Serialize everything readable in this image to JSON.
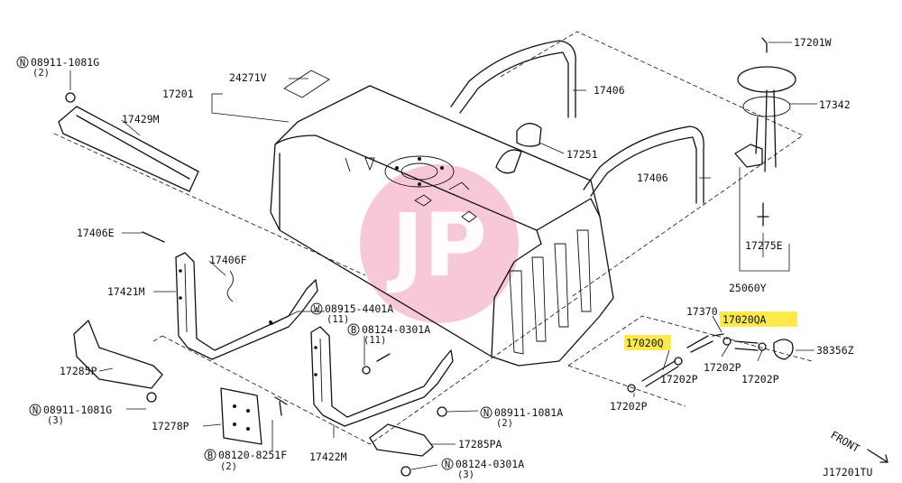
{
  "diagram_code": "J17201TU",
  "front_label": "FRONT",
  "watermark_text": "JP",
  "highlight_color": "#ffe94d",
  "watermark_color": "#f4b6c8",
  "labels": {
    "p08911_1081g_top": "08911-1081G",
    "p08911_1081g_top_qty": "(2)",
    "p17429m": "17429M",
    "p17201": "17201",
    "p24271v": "24271V",
    "p17406_top": "17406",
    "p17251": "17251",
    "p17406_mid": "17406",
    "p17201w": "17201W",
    "p17342": "17342",
    "p17275e": "17275E",
    "p25060y": "25060Y",
    "p17406e": "17406E",
    "p17406f": "17406F",
    "p17421m": "17421M",
    "p08915_4401a": "08915-4401A",
    "p08915_4401a_qty": "(11)",
    "p08124_0301a_mid": "08124-0301A",
    "p08124_0301a_mid_qty": "(11)",
    "p17285p": "17285P",
    "p08911_1081g_bot": "08911-1081G",
    "p08911_1081g_bot_qty": "(3)",
    "p17278p": "17278P",
    "p08120_8251f": "08120-8251F",
    "p08120_8251f_qty": "(2)",
    "p17422m": "17422M",
    "p08911_1081a": "08911-1081A",
    "p08911_1081a_qty": "(2)",
    "p17285pa": "17285PA",
    "p08124_0301a_bot": "08124-0301A",
    "p08124_0301a_bot_qty": "(3)",
    "p17370": "17370",
    "p17020qa": "17020QA",
    "p17020q": "17020Q",
    "p17202p_a": "17202P",
    "p17202p_b": "17202P",
    "p17202p_c": "17202P",
    "p17202p_d": "17202P",
    "p38356z": "38356Z"
  },
  "circle_marks": {
    "n": "N",
    "w": "W",
    "b": "B"
  }
}
